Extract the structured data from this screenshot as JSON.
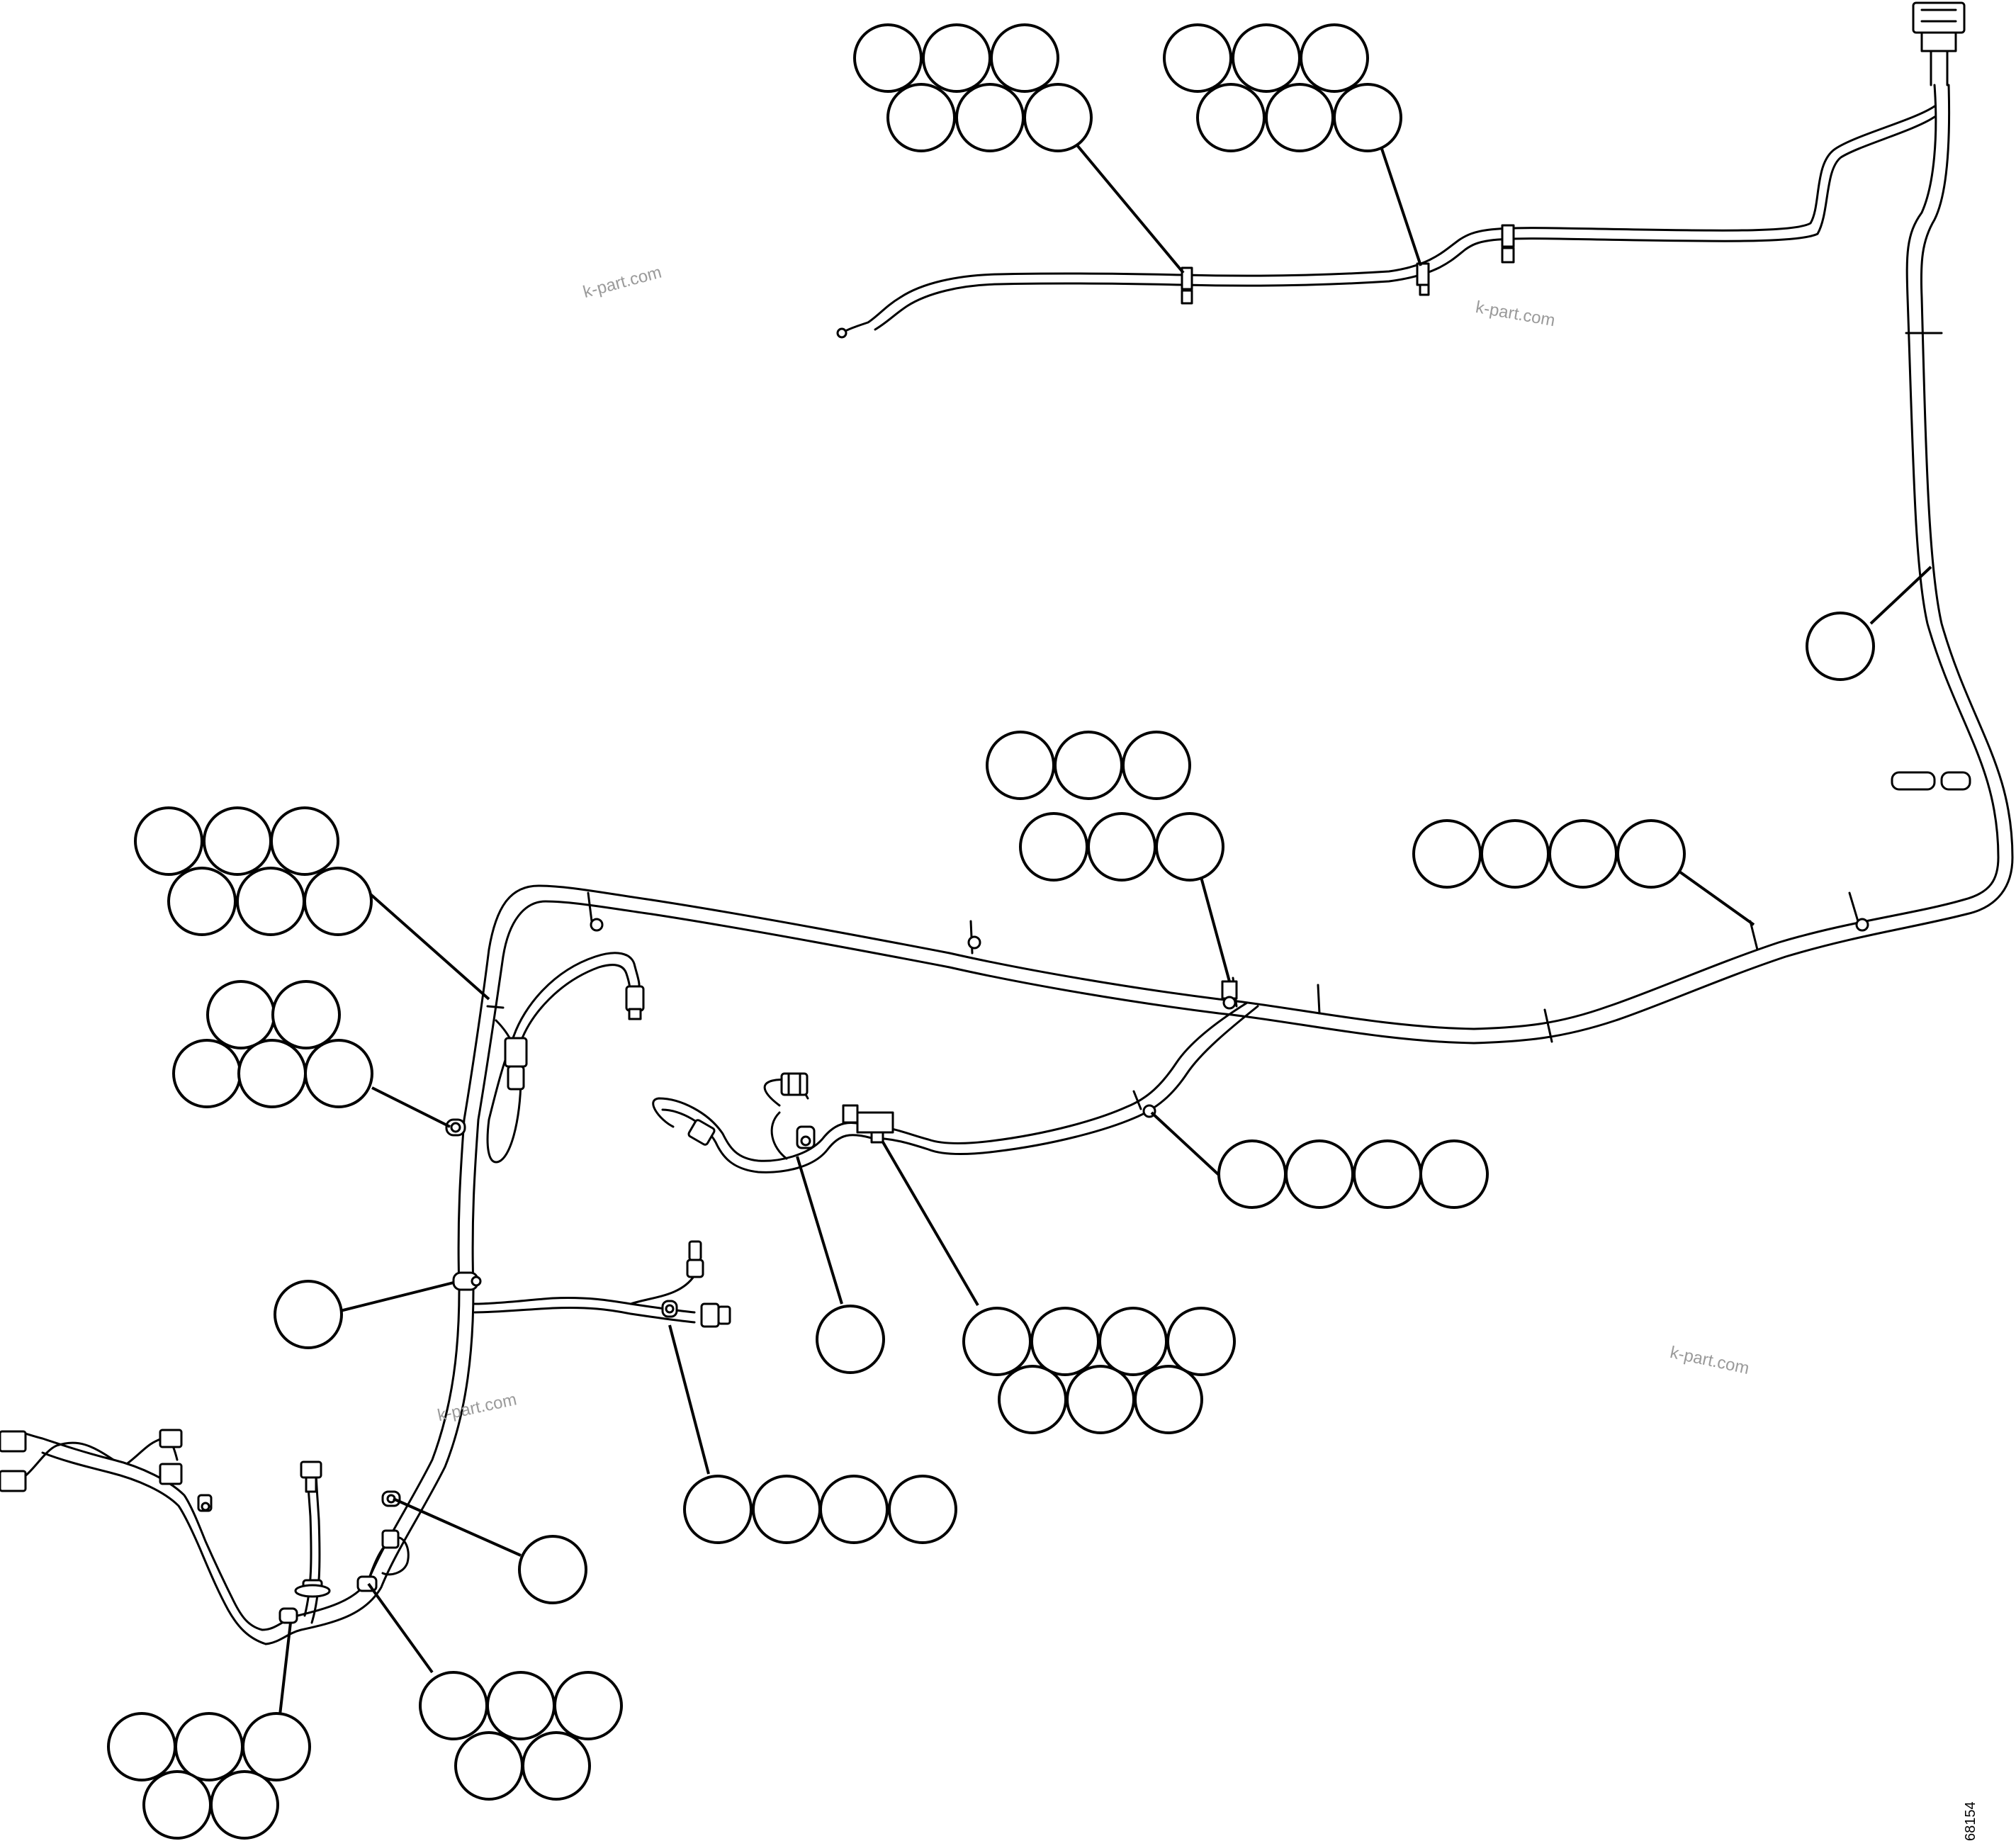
{
  "figure_number": "68154",
  "watermark_text": "k-part.com",
  "callout_groups": [
    {
      "id": "g1",
      "count": 6
    },
    {
      "id": "g2",
      "count": 6
    },
    {
      "id": "g3",
      "count": 1
    },
    {
      "id": "g4",
      "count": 6
    },
    {
      "id": "g5",
      "count": 4
    },
    {
      "id": "g6",
      "count": 6
    },
    {
      "id": "g7",
      "count": 5
    },
    {
      "id": "g8",
      "count": 4
    },
    {
      "id": "g9",
      "count": 1
    },
    {
      "id": "g10",
      "count": 1
    },
    {
      "id": "g11",
      "count": 7
    },
    {
      "id": "g12",
      "count": 4
    },
    {
      "id": "g13",
      "count": 1
    },
    {
      "id": "g14",
      "count": 5
    },
    {
      "id": "g15",
      "count": 5
    }
  ],
  "colors": {
    "line": "#000000",
    "watermark": "#9a9a9a",
    "background": "#ffffff"
  }
}
